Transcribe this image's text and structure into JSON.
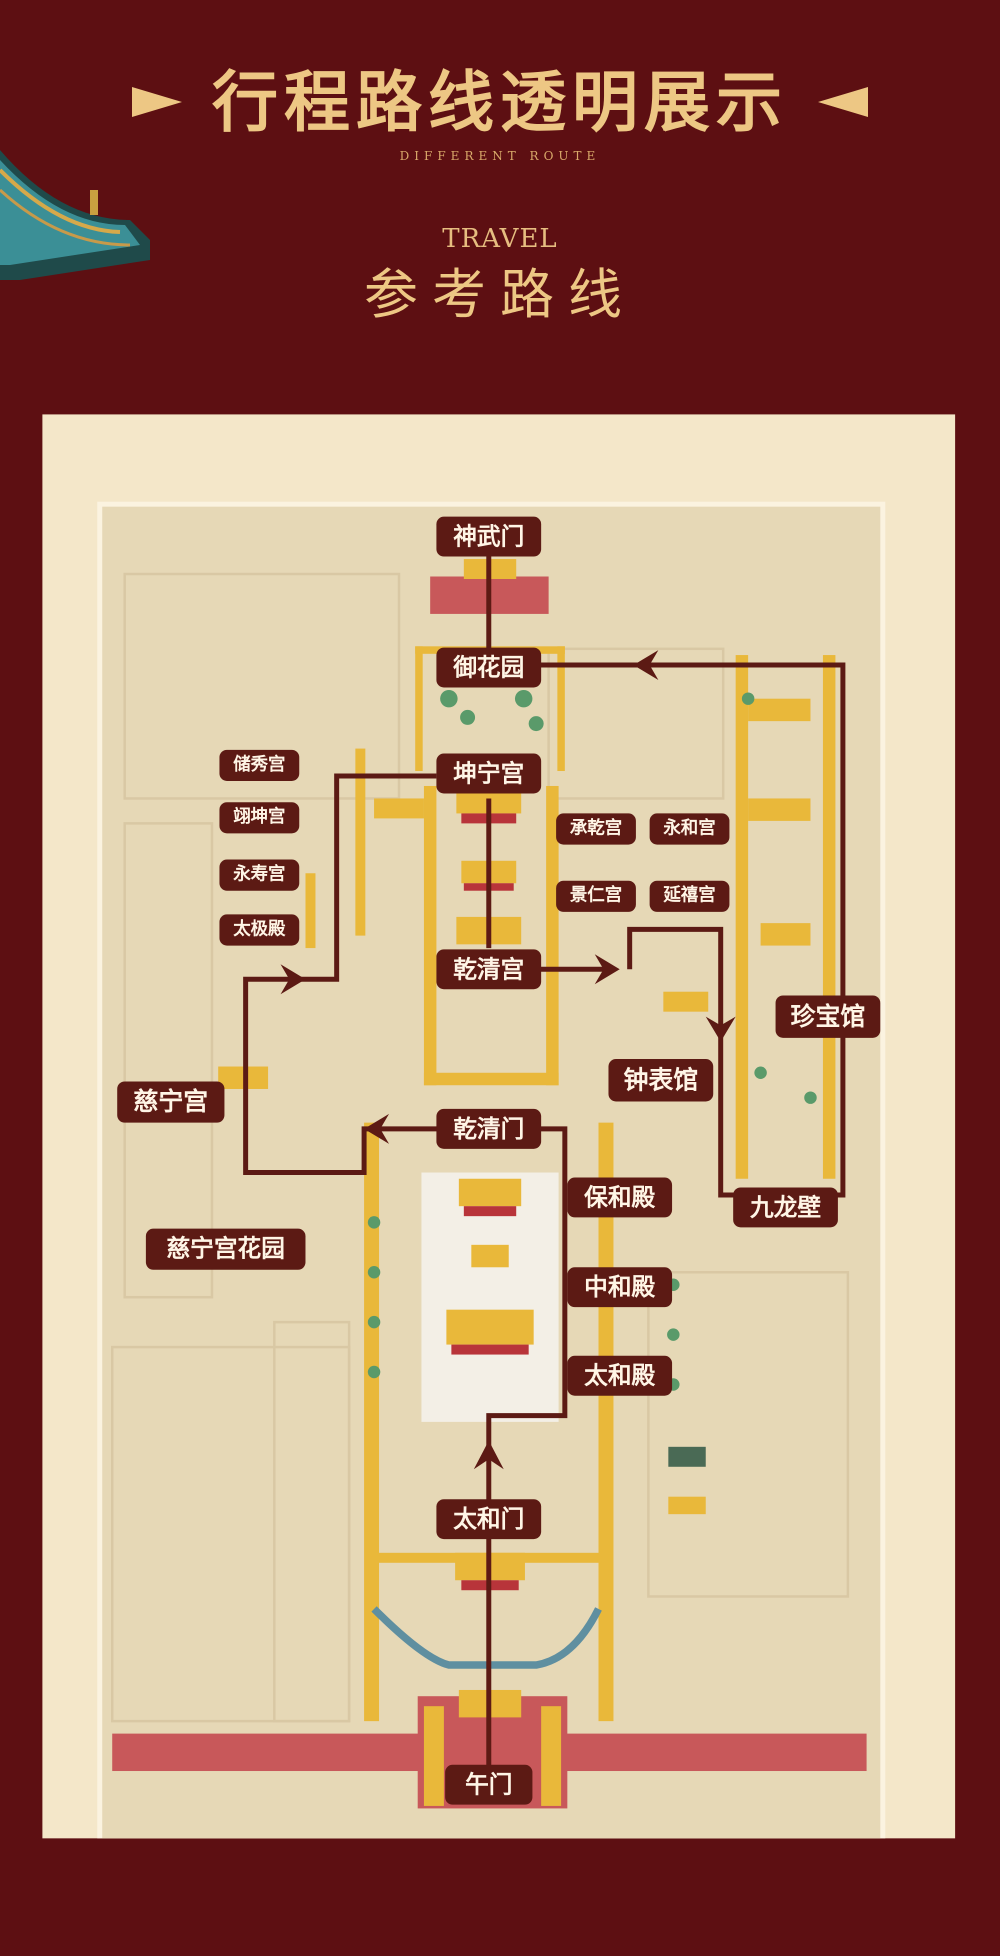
{
  "header": {
    "title": "行程路线透明展示",
    "subtitle_en": "DIFFERENT ROUTE",
    "section_en": "TRAVEL",
    "section_title": "参考路线"
  },
  "map": {
    "labels": {
      "shenwumen": "神武门",
      "yuhuayuan": "御花园",
      "kunninggong": "坤宁宫",
      "qianqinggong": "乾清宫",
      "qianqingmen": "乾清门",
      "baohedian": "保和殿",
      "zhonghedian": "中和殿",
      "taihedian": "太和殿",
      "taihemen": "太和门",
      "wumen": "午门",
      "chuxiugong": "储秀宫",
      "yikungong": "翊坤宫",
      "yongshougong": "永寿宫",
      "taijidian": "太极殿",
      "cininggong": "慈宁宫",
      "cininggong_garden": "慈宁宫花园",
      "chengqiangong": "承乾宫",
      "yonghegong": "永和宫",
      "jingrengong": "景仁宫",
      "yanxigong": "延禧宫",
      "zhenbaoguan": "珍宝馆",
      "zhongbiaoguan": "钟表馆",
      "jiulongbi": "九龙壁"
    }
  },
  "colors": {
    "background": "#5d0f12",
    "gold": "#edc784",
    "route": "#5c1a14",
    "map_paper": "#e8dab8"
  }
}
